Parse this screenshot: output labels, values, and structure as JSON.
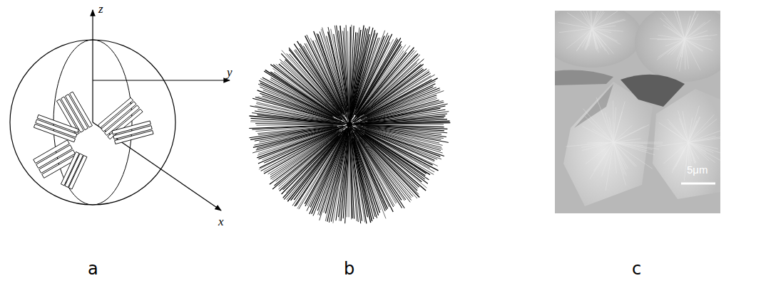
{
  "diagram": {
    "labels": [
      "z",
      "y",
      "x",
      "5μm",
      "a",
      "b",
      "c"
    ]
  }
}
